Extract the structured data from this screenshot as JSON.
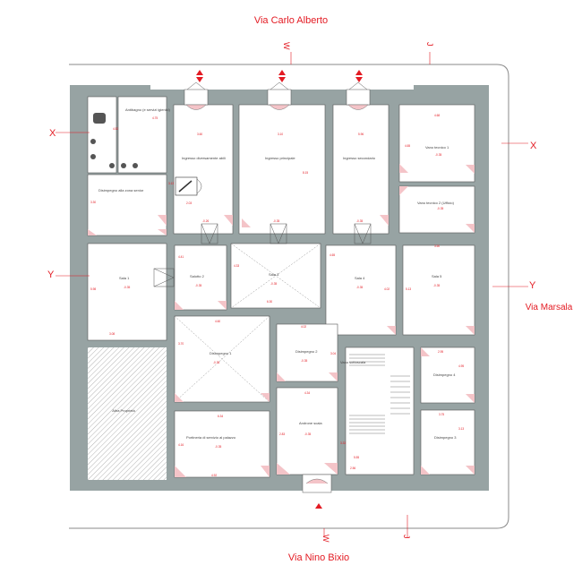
{
  "streets": {
    "north": "Via Carlo Alberto",
    "south": "Via Nino Bixio",
    "east": "Via Marsala"
  },
  "section_labels": {
    "x_left": "X",
    "x_right": "X",
    "y_left": "Y",
    "y_right": "Y",
    "w_top": "W",
    "w_bottom": "W",
    "j_top": "J",
    "j_bottom": "J"
  },
  "rooms": {
    "antibagno": "Antibagno (e servizi igienici)",
    "deposito_senior": "Disimpegno alla zona senior",
    "ingresso_diversamente_abili": "Ingresso diversamente abili",
    "ingresso_principale": "Ingresso principale",
    "ingresso_secondario": "Ingresso secondario",
    "vano_tecnico_1": "Vano tecnico 1",
    "vano_tecnico_2": "Vano tecnico 2 (Ufficio)",
    "sala_1": "Sala 1",
    "salotto_2": "Salotto 2",
    "sala_3": "Sala 3",
    "sala_4": "Sala 4",
    "sala_5": "Sala 5",
    "disimpegno_1": "Disimpegno 1",
    "disimpegno_2": "Disimpegno 2",
    "vano_sotto_scala": "Vano sottoscala",
    "disimpegno_4": "Disimpegno 4",
    "altra_proprieta": "Altra Proprietà",
    "portineria": "Portineria di servizio al palazzo",
    "androne": "Androne scala",
    "disimpegno_3": "Disimpegno 3"
  },
  "dims": [
    "4.75",
    "4.52",
    "3.60",
    "3.10",
    "5.96",
    "8.15",
    "4.68",
    "4.65",
    "3.30",
    "3.13",
    "2.03",
    "4.41",
    "4.33",
    "4.65",
    "3.50",
    "5.13",
    "4.02",
    "5.98",
    "3.08",
    "6.30",
    "3.70",
    "4.60",
    "4.02",
    "3.04",
    "4.34",
    "6.34",
    "4.16",
    "2.83",
    "3.33",
    "5.55",
    "2.56",
    "2.95",
    "4.95",
    "3.75",
    "3.13",
    "4.92"
  ],
  "levels": [
    "-0.26",
    "-0.35",
    "-0.35",
    "-0.35",
    "-0.35",
    "-0.35",
    "-0.35",
    "-0.35",
    "-0.35",
    "-0.35",
    "-0.35",
    "-0.35",
    "-0.35",
    "-0.35"
  ]
}
